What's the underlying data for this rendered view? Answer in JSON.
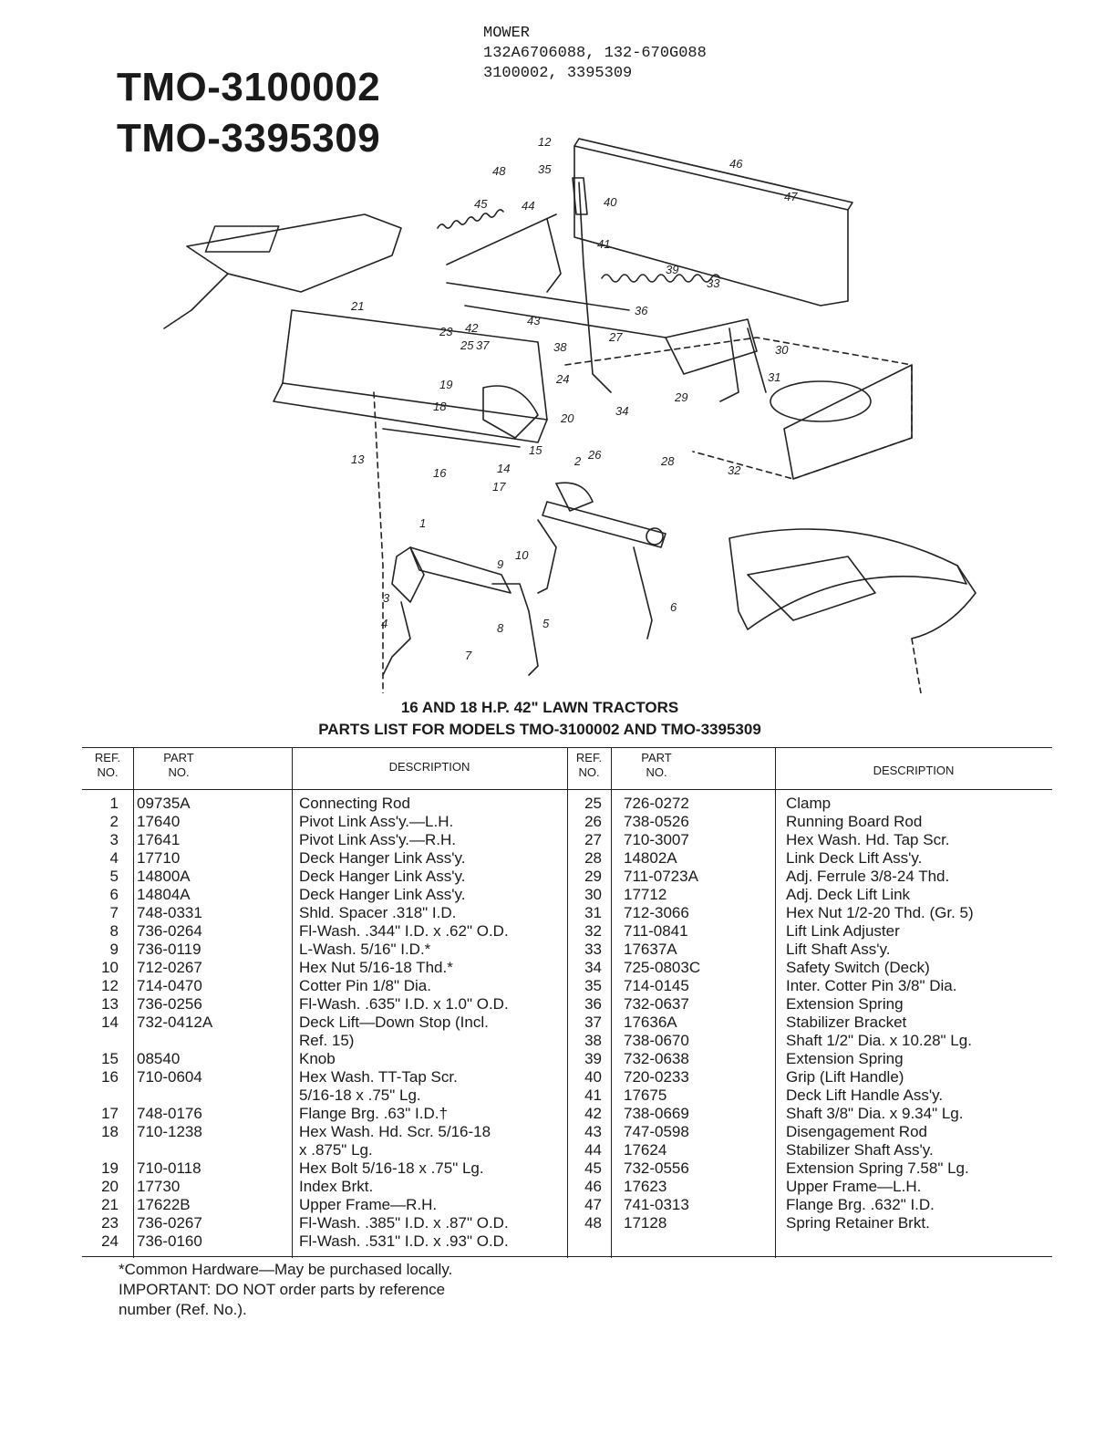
{
  "header": {
    "model_titles": [
      "TMO-3100002",
      "TMO-3395309"
    ],
    "mower_block": [
      "MOWER",
      "132A6706088, 132-670G088",
      "3100002, 3395309"
    ]
  },
  "diagram": {
    "ref_labels": [
      "1",
      "2",
      "3",
      "4",
      "5",
      "6",
      "7",
      "8",
      "9",
      "10",
      "12",
      "13",
      "14",
      "15",
      "16",
      "17",
      "18",
      "19",
      "20",
      "21",
      "23",
      "24",
      "25",
      "26",
      "27",
      "28",
      "29",
      "30",
      "31",
      "32",
      "33",
      "34",
      "35",
      "36",
      "37",
      "38",
      "39",
      "40",
      "41",
      "42",
      "43",
      "44",
      "45",
      "46",
      "47",
      "48"
    ]
  },
  "captions": {
    "line1": "16 AND 18 H.P. 42\" LAWN TRACTORS",
    "line2": "PARTS LIST FOR MODELS TMO-3100002 AND TMO-3395309"
  },
  "table": {
    "headers": {
      "ref": [
        "REF.",
        "NO."
      ],
      "part": [
        "PART",
        "NO."
      ],
      "description": "DESCRIPTION"
    },
    "left_rows": [
      {
        "ref": "1",
        "part": "09735A",
        "desc": "Connecting Rod"
      },
      {
        "ref": "2",
        "part": "17640",
        "desc": "Pivot Link Ass'y.—L.H."
      },
      {
        "ref": "3",
        "part": "17641",
        "desc": "Pivot Link Ass'y.—R.H."
      },
      {
        "ref": "4",
        "part": "17710",
        "desc": "Deck Hanger Link Ass'y."
      },
      {
        "ref": "5",
        "part": "14800A",
        "desc": "Deck Hanger Link Ass'y."
      },
      {
        "ref": "6",
        "part": "14804A",
        "desc": "Deck Hanger Link Ass'y."
      },
      {
        "ref": "7",
        "part": "748-0331",
        "desc": "Shld. Spacer .318\" I.D."
      },
      {
        "ref": "8",
        "part": "736-0264",
        "desc": "Fl-Wash. .344\" I.D. x .62\" O.D."
      },
      {
        "ref": "9",
        "part": "736-0119",
        "desc": "L-Wash. 5/16\" I.D.*"
      },
      {
        "ref": "10",
        "part": "712-0267",
        "desc": "Hex Nut 5/16-18 Thd.*"
      },
      {
        "ref": "12",
        "part": "714-0470",
        "desc": "Cotter Pin 1/8\" Dia."
      },
      {
        "ref": "13",
        "part": "736-0256",
        "desc": "Fl-Wash. .635\" I.D. x 1.0\" O.D."
      },
      {
        "ref": "14",
        "part": "732-0412A",
        "desc": "Deck Lift—Down Stop (Incl."
      },
      {
        "ref": "",
        "part": "",
        "desc": "   Ref. 15)"
      },
      {
        "ref": "15",
        "part": "08540",
        "desc": "Knob"
      },
      {
        "ref": "16",
        "part": "710-0604",
        "desc": "Hex Wash. TT-Tap Scr."
      },
      {
        "ref": "",
        "part": "",
        "desc": "   5/16-18 x .75\" Lg."
      },
      {
        "ref": "17",
        "part": "748-0176",
        "desc": "Flange Brg. .63\" I.D.†"
      },
      {
        "ref": "18",
        "part": "710-1238",
        "desc": "Hex Wash. Hd. Scr. 5/16-18"
      },
      {
        "ref": "",
        "part": "",
        "desc": "   x .875\" Lg."
      },
      {
        "ref": "19",
        "part": "710-0118",
        "desc": "Hex Bolt 5/16-18 x .75\" Lg."
      },
      {
        "ref": "20",
        "part": "17730",
        "desc": "Index Brkt."
      },
      {
        "ref": "21",
        "part": "17622B",
        "desc": "Upper Frame—R.H."
      },
      {
        "ref": "23",
        "part": "736-0267",
        "desc": "Fl-Wash. .385\" I.D. x .87\" O.D."
      },
      {
        "ref": "24",
        "part": "736-0160",
        "desc": "Fl-Wash. .531\" I.D. x .93\" O.D."
      }
    ],
    "right_rows": [
      {
        "ref": "25",
        "part": "726-0272",
        "desc": "Clamp"
      },
      {
        "ref": "26",
        "part": "738-0526",
        "desc": "Running Board Rod"
      },
      {
        "ref": "27",
        "part": "710-3007",
        "desc": "Hex Wash. Hd. Tap Scr."
      },
      {
        "ref": "28",
        "part": "14802A",
        "desc": "Link Deck Lift Ass'y."
      },
      {
        "ref": "29",
        "part": "711-0723A",
        "desc": "Adj. Ferrule 3/8-24 Thd."
      },
      {
        "ref": "30",
        "part": "17712",
        "desc": "Adj. Deck Lift Link"
      },
      {
        "ref": "31",
        "part": "712-3066",
        "desc": "Hex Nut 1/2-20 Thd. (Gr. 5)"
      },
      {
        "ref": "32",
        "part": "711-0841",
        "desc": "Lift Link Adjuster"
      },
      {
        "ref": "33",
        "part": "17637A",
        "desc": "Lift Shaft Ass'y."
      },
      {
        "ref": "34",
        "part": "725-0803C",
        "desc": "Safety Switch (Deck)"
      },
      {
        "ref": "35",
        "part": "714-0145",
        "desc": "Inter. Cotter Pin 3/8\" Dia."
      },
      {
        "ref": "36",
        "part": "732-0637",
        "desc": "Extension Spring"
      },
      {
        "ref": "37",
        "part": "17636A",
        "desc": "Stabilizer Bracket"
      },
      {
        "ref": "38",
        "part": "738-0670",
        "desc": "Shaft 1/2\" Dia. x 10.28\" Lg."
      },
      {
        "ref": "39",
        "part": "732-0638",
        "desc": "Extension Spring"
      },
      {
        "ref": "40",
        "part": "720-0233",
        "desc": "Grip (Lift Handle)"
      },
      {
        "ref": "41",
        "part": "17675",
        "desc": "Deck Lift Handle Ass'y."
      },
      {
        "ref": "42",
        "part": "738-0669",
        "desc": "Shaft 3/8\" Dia. x 9.34\" Lg."
      },
      {
        "ref": "43",
        "part": "747-0598",
        "desc": "Disengagement Rod"
      },
      {
        "ref": "44",
        "part": "17624",
        "desc": "Stabilizer Shaft Ass'y."
      },
      {
        "ref": "45",
        "part": "732-0556",
        "desc": "Extension Spring 7.58\" Lg."
      },
      {
        "ref": "46",
        "part": "17623",
        "desc": "Upper Frame—L.H."
      },
      {
        "ref": "47",
        "part": "741-0313",
        "desc": "Flange Brg. .632\" I.D."
      },
      {
        "ref": "48",
        "part": "17128",
        "desc": "Spring Retainer Brkt."
      }
    ]
  },
  "footnote": [
    "*Common Hardware—May be purchased locally.",
    " IMPORTANT: DO NOT order parts by reference",
    " number (Ref. No.)."
  ]
}
